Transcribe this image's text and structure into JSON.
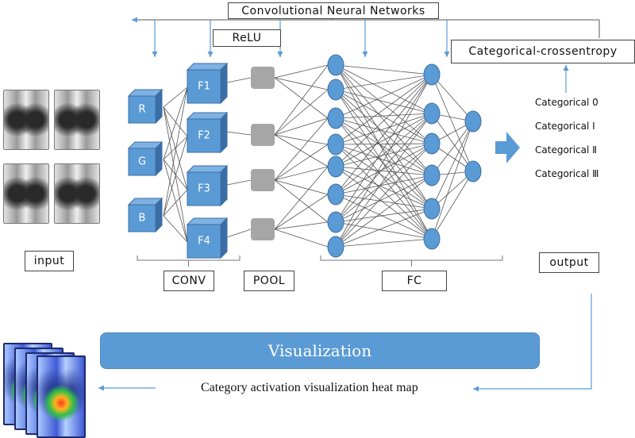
{
  "title": "Convolutional Neural Networks",
  "relu": "ReLU",
  "loss": "Categorical-crossentropy",
  "channels": [
    "R",
    "G",
    "B"
  ],
  "filters": [
    "F1",
    "F2",
    "F3",
    "F4"
  ],
  "categories": [
    "Categorical 0",
    "Categorical Ⅰ",
    "Categorical Ⅱ",
    "Categorical Ⅲ"
  ],
  "labels": {
    "input": "input",
    "conv": "CONV",
    "pool": "POOL",
    "fc": "FC",
    "output": "output"
  },
  "visualization": "Visualization",
  "caption": "Category activation visualization heat map",
  "colors": {
    "node": "#5b9bd5",
    "node_edge": "#3b6ea5",
    "pool": "#a6a6a6",
    "arrow": "#5b9bd5",
    "line": "#555555"
  }
}
